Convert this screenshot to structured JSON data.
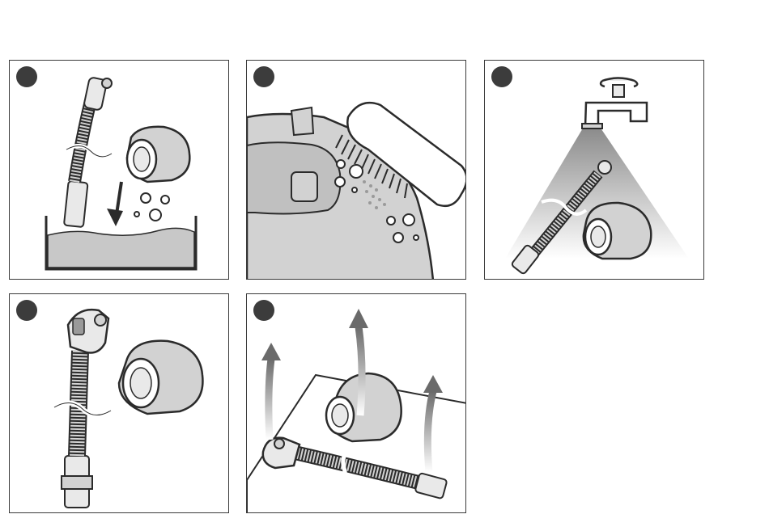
{
  "steps": [
    {
      "id": 1,
      "label": ""
    },
    {
      "id": 2,
      "label": ""
    },
    {
      "id": 3,
      "label": ""
    },
    {
      "id": 4,
      "label": ""
    },
    {
      "id": 5,
      "label": ""
    }
  ],
  "colors": {
    "outline": "#2b2b2b",
    "badge": "#3c3c3c",
    "water": "#c8c8c8",
    "part_light": "#e9e9e9",
    "part_mid": "#d2d2d2",
    "part_dark": "#9a9a9a",
    "arrow": "#7a7a7a"
  },
  "icons": [
    "tube-icon",
    "cushion-icon",
    "water-basin-icon",
    "bubbles-icon",
    "brush-icon",
    "faucet-icon",
    "drying-arrow-icon"
  ]
}
